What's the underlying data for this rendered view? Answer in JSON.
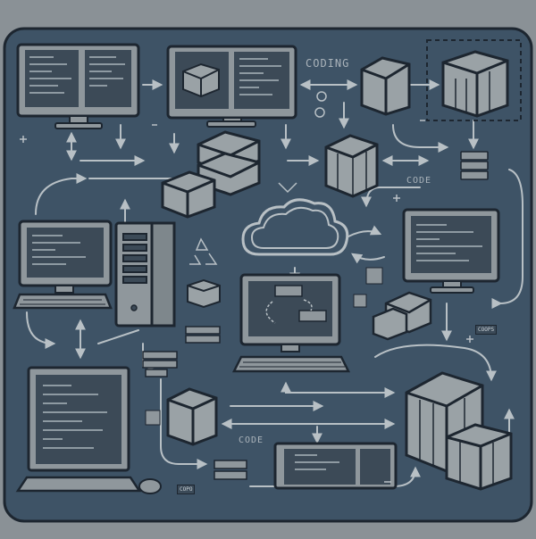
{
  "labels": {
    "coding": "CODING",
    "code_right": "CODE",
    "code_bottom": "CODE",
    "badge_right": "COOPS",
    "badge_bottom": "COPO"
  },
  "colors": {
    "page_bg": "#8a9196",
    "panel_bg": "#3e5366",
    "outline": "#1d2630",
    "device_fill": "#8f979c",
    "screen_fill": "#3c4a57",
    "box_fill": "#9aa2a6",
    "arrow": "#b8c0c5"
  },
  "icons": [
    "desktop-monitor-icon",
    "server-tower-icon",
    "laptop-icon",
    "cloud-icon",
    "cube-package-icon",
    "keyboard-icon",
    "mouse-icon",
    "recycle-icon",
    "qr-code-icon"
  ]
}
